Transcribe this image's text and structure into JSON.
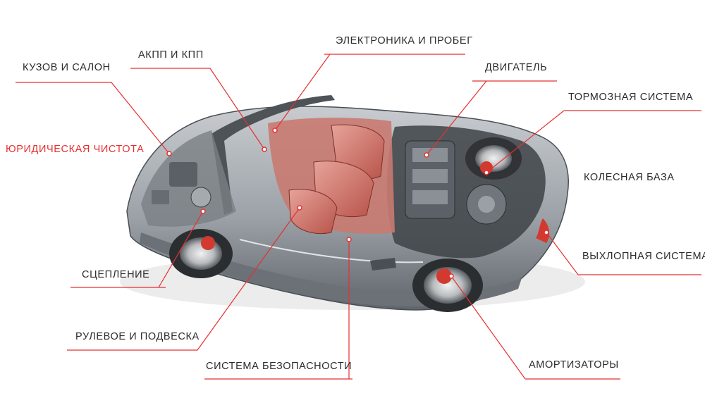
{
  "colors": {
    "accent": "#e53030",
    "text": "#2b2b2b",
    "leader": "#e53030"
  },
  "labels": [
    {
      "id": "body-interior",
      "text": "КУЗОВ И САЛОН"
    },
    {
      "id": "legal",
      "text": "ЮРИДИЧЕСКАЯ ЧИСТОТА"
    },
    {
      "id": "transmission",
      "text": "АКПП И КПП"
    },
    {
      "id": "electronics",
      "text": "ЭЛЕКТРОНИКА  И ПРОБЕГ"
    },
    {
      "id": "engine",
      "text": "ДВИГАТЕЛЬ"
    },
    {
      "id": "brakes",
      "text": "ТОРМОЗНАЯ СИСТЕМА"
    },
    {
      "id": "wheelbase",
      "text": "Колесная база"
    },
    {
      "id": "exhaust",
      "text": "ВЫХЛОПНАЯ СИСТЕМА"
    },
    {
      "id": "clutch",
      "text": "СЦЕПЛЕНИЕ"
    },
    {
      "id": "steering",
      "text": "РУЛЕВОЕ И ПОДВЕСКА"
    },
    {
      "id": "safety",
      "text": "СИСТЕМА БЕЗОПАСНОСТИ"
    },
    {
      "id": "shocks",
      "text": "АМОРТИЗАТОРЫ"
    }
  ]
}
